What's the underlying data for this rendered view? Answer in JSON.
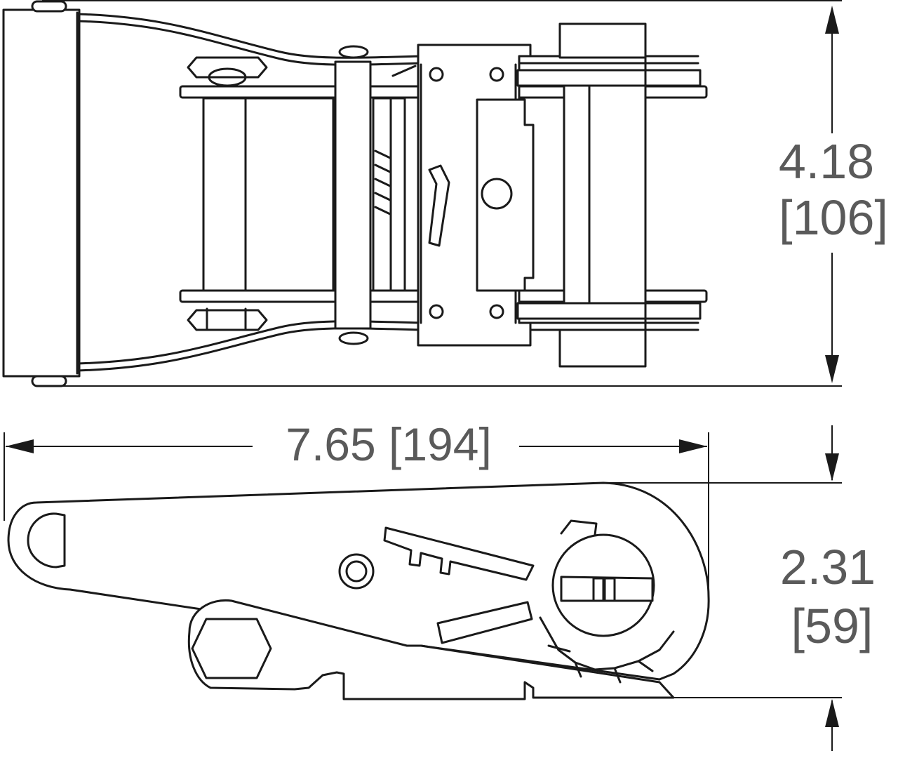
{
  "dimensions": {
    "width_label": "4.18",
    "width_label_metric": "[106]",
    "length_label": "7.65 [194]",
    "height_label": "2.31",
    "height_label_metric": "[59]"
  },
  "colors": {
    "line": "#1a1a1a",
    "dimension_text": "#5a5a5a",
    "background": "#ffffff"
  }
}
